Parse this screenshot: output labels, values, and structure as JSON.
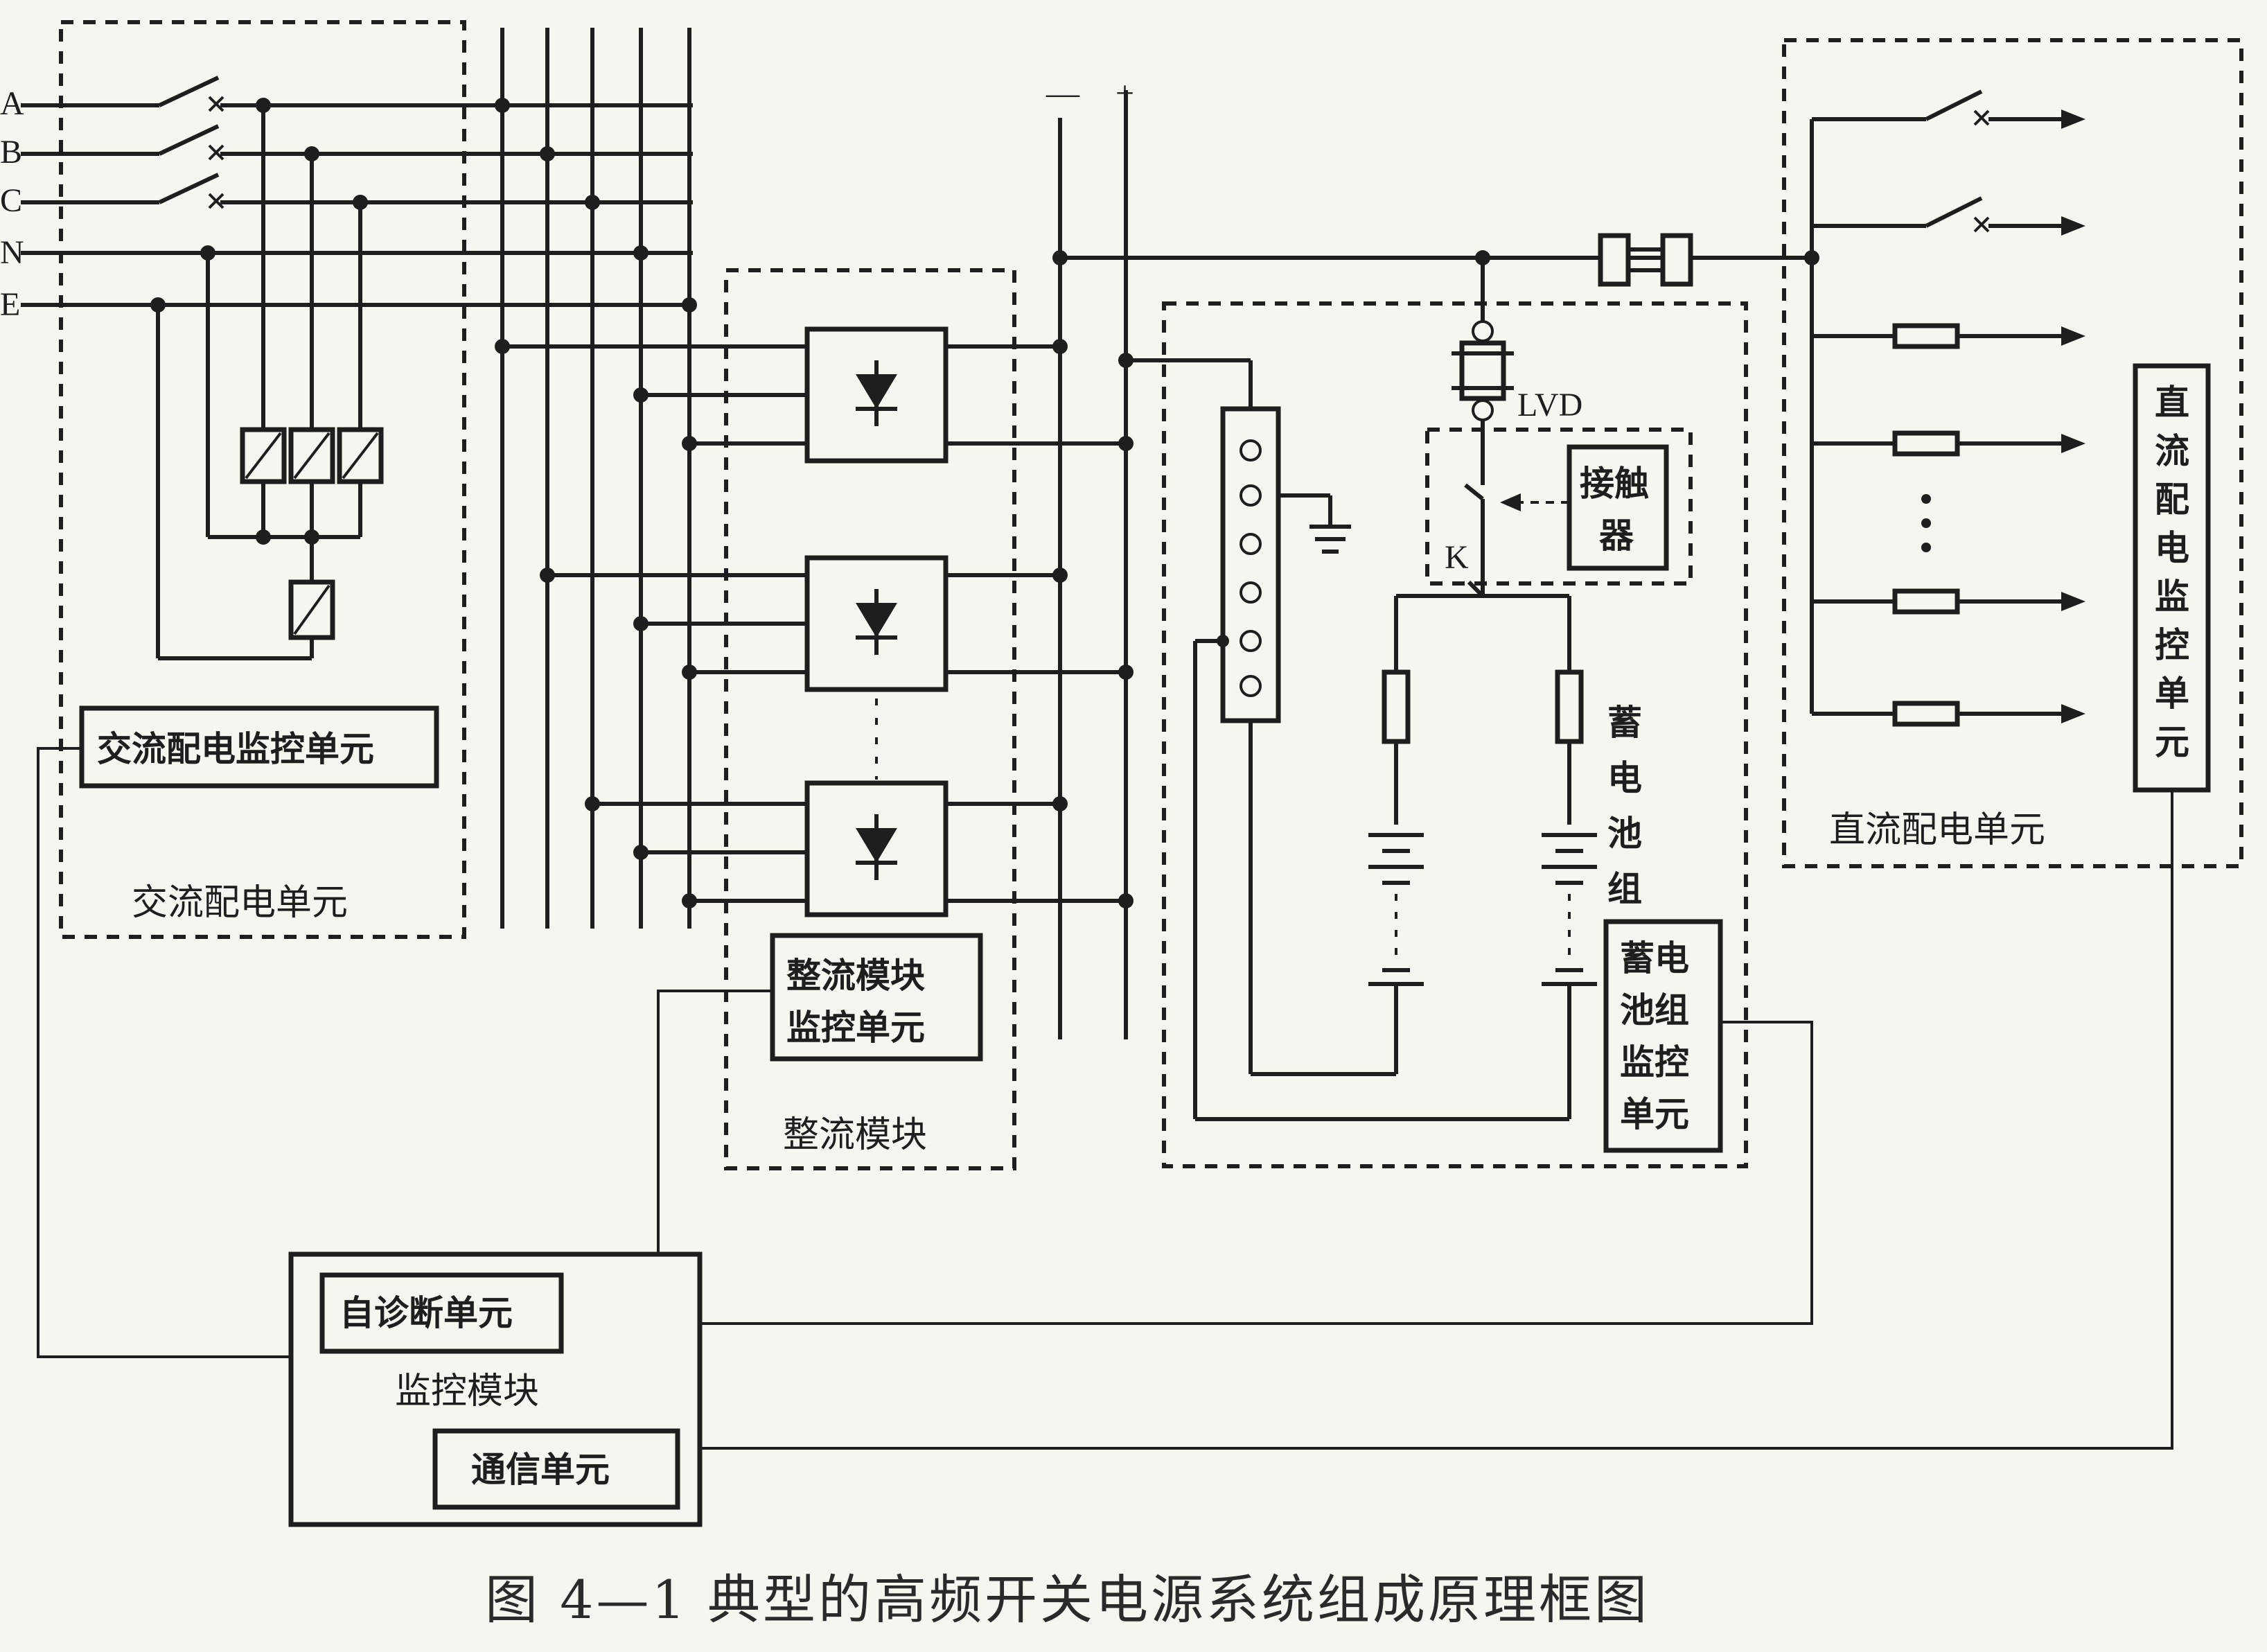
{
  "phase_labels": [
    "A",
    "B",
    "C",
    "N",
    "E"
  ],
  "dc_bus_labels": [
    "—",
    "+"
  ],
  "units": {
    "ac_dist_monitor": "交流配电监控单元",
    "ac_dist_unit": "交流配电单元",
    "rectifier_monitor_line1": "整流模块",
    "rectifier_monitor_line2": "监控单元",
    "rectifier_module": "整流模块",
    "lvd": "LVD",
    "contactor_line1": "接触",
    "contactor_line2": "器",
    "k_label": "K",
    "battery_group": [
      "蓄",
      "电",
      "池",
      "组"
    ],
    "battery_monitor": [
      "蓄电",
      "池组",
      "监控",
      "单元"
    ],
    "dc_dist_unit": "直流配电单元",
    "dc_dist_monitor": [
      "直",
      "流",
      "配",
      "电",
      "监",
      "控",
      "单",
      "元"
    ],
    "self_diag": "自诊断单元",
    "monitor_module": "监控模块",
    "comm_unit": "通信单元"
  },
  "caption": "图 4—1  典型的高频开关电源系统组成原理框图"
}
